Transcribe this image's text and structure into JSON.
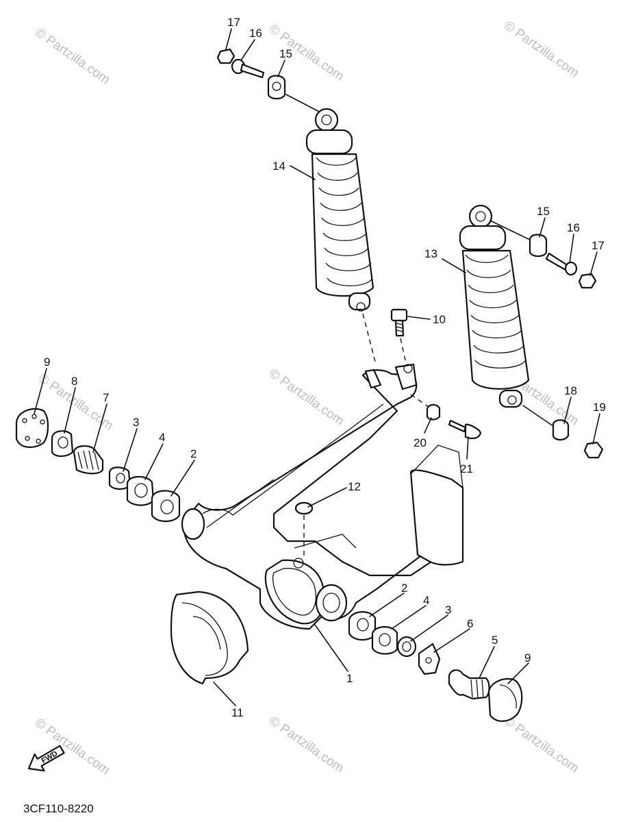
{
  "diagram": {
    "code": "3CF110-8220",
    "fwd_label": "FWD",
    "watermark": "© Partzilla.com",
    "callouts": [
      {
        "id": "c17a",
        "text": "17"
      },
      {
        "id": "c16a",
        "text": "16"
      },
      {
        "id": "c15a",
        "text": "15"
      },
      {
        "id": "c14",
        "text": "14"
      },
      {
        "id": "c15b",
        "text": "15"
      },
      {
        "id": "c16b",
        "text": "16"
      },
      {
        "id": "c17b",
        "text": "17"
      },
      {
        "id": "c13",
        "text": "13"
      },
      {
        "id": "c10",
        "text": "10"
      },
      {
        "id": "c9a",
        "text": "9"
      },
      {
        "id": "c8",
        "text": "8"
      },
      {
        "id": "c7",
        "text": "7"
      },
      {
        "id": "c3a",
        "text": "3"
      },
      {
        "id": "c4a",
        "text": "4"
      },
      {
        "id": "c2a",
        "text": "2"
      },
      {
        "id": "c18",
        "text": "18"
      },
      {
        "id": "c19",
        "text": "19"
      },
      {
        "id": "c20",
        "text": "20"
      },
      {
        "id": "c21",
        "text": "21"
      },
      {
        "id": "c12",
        "text": "12"
      },
      {
        "id": "c2b",
        "text": "2"
      },
      {
        "id": "c4b",
        "text": "4"
      },
      {
        "id": "c3b",
        "text": "3"
      },
      {
        "id": "c6",
        "text": "6"
      },
      {
        "id": "c5",
        "text": "5"
      },
      {
        "id": "c9b",
        "text": "9"
      },
      {
        "id": "c1",
        "text": "1"
      },
      {
        "id": "c11",
        "text": "11"
      }
    ]
  }
}
